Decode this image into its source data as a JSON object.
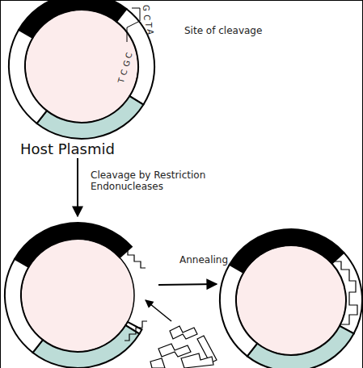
{
  "diagram": {
    "nodes": [
      {
        "text": [
          "Host Plasmid"
        ]
      }
    ],
    "labels": [
      "Site of cleavage",
      "G",
      "C",
      "T",
      "A",
      "T",
      "C",
      "G",
      "C",
      "Cleavage by Restriction Endonucleases",
      "Annealing"
    ]
  }
}
